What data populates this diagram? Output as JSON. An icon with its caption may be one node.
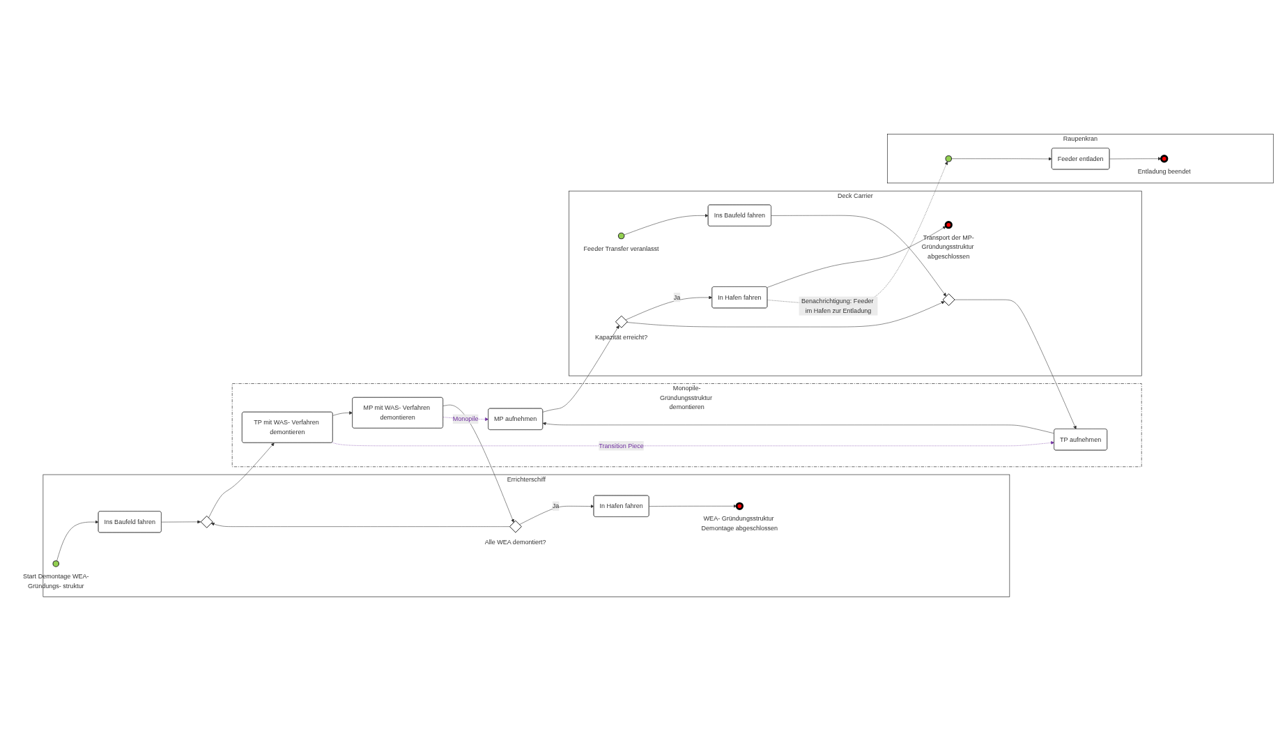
{
  "diagram": {
    "nodes": [
      {
        "text": [
          "Errichterschiff"
        ]
      },
      {
        "text": [],
        "shape": "circle",
        "in": 0,
        "beside": [
          "Start Demontage WEA-Gründungs- struktur"
        ]
      },
      {
        "text": [
          "Ins Baufeld fahren"
        ],
        "in": 0
      },
      {
        "text": [],
        "shape": "diamond",
        "in": 0
      },
      {
        "text": [
          "Monopile-Gründungsstruktur demontieren"
        ]
      },
      {
        "text": [
          "TP mit WAS- Verfahren demontieren"
        ],
        "in": 4
      },
      {
        "text": [
          "MP mit WAS- Verfahren demontieren"
        ],
        "in": 4
      },
      {
        "text": [],
        "shape": "diamond",
        "in": 0,
        "beside": [
          "Alle WEA demontiert?"
        ]
      },
      {
        "text": [
          "In Hafen fahren"
        ],
        "in": 0
      },
      {
        "text": [],
        "shape": "circle",
        "in": 0,
        "beside": [
          "WEA- Gründungsstruktur Demontage abgeschlossen"
        ]
      },
      {
        "text": [
          "Deck Carrier"
        ]
      },
      {
        "text": [],
        "shape": "circle",
        "in": 10,
        "beside": [
          "Feeder Transfer veranlasst"
        ]
      },
      {
        "text": [
          "Ins Baufeld fahren"
        ],
        "in": 10
      },
      {
        "text": [],
        "shape": "diamond",
        "in": 10
      },
      {
        "text": [
          "TP aufnehmen"
        ],
        "in": 4
      },
      {
        "text": [
          "MP aufnehmen"
        ],
        "in": 4
      },
      {
        "text": [],
        "shape": "diamond",
        "in": 10,
        "beside": [
          "Kapazität erreicht?"
        ]
      },
      {
        "text": [
          "In Hafen fahren"
        ],
        "in": 10
      },
      {
        "text": [],
        "shape": "circle",
        "in": 10,
        "beside": [
          "Transport der MP-Gründungsstruktur abgeschlossen"
        ]
      },
      {
        "text": [
          "Raupenkran"
        ]
      },
      {
        "text": [],
        "shape": "circle",
        "in": 19
      },
      {
        "text": [
          "Feeder entladen"
        ],
        "in": 19
      },
      {
        "text": [],
        "shape": "circle",
        "in": 19,
        "beside": [
          "Entladung beendet"
        ]
      }
    ],
    "edges": [
      {
        "from": 1,
        "to": 2,
        "arrow": "to"
      },
      {
        "from": 2,
        "to": 3,
        "arrow": "to"
      },
      {
        "from": 3,
        "to": 5,
        "arrow": "to"
      },
      {
        "from": 5,
        "to": 6,
        "arrow": "to"
      },
      {
        "from": 6,
        "to": 7,
        "arrow": "to"
      },
      {
        "from": 7,
        "to": 8,
        "arrow": "to",
        "label": "Ja"
      },
      {
        "from": 8,
        "to": 9,
        "arrow": "to"
      },
      {
        "from": 7,
        "to": 3,
        "arrow": "to"
      },
      {
        "from": 11,
        "to": 12,
        "arrow": "to"
      },
      {
        "from": 12,
        "to": 13,
        "arrow": "to"
      },
      {
        "from": 13,
        "to": 14,
        "arrow": "to"
      },
      {
        "from": 14,
        "to": 15,
        "arrow": "to"
      },
      {
        "from": 15,
        "to": 16,
        "arrow": "to"
      },
      {
        "from": 16,
        "to": 17,
        "arrow": "to",
        "label": "Ja"
      },
      {
        "from": 17,
        "to": 18,
        "arrow": "to"
      },
      {
        "from": 16,
        "to": 13,
        "arrow": "to"
      },
      {
        "from": 5,
        "to": 14,
        "arrow": "to",
        "label": "Transition Piece",
        "style": "dashed",
        "color": "#7030a0"
      },
      {
        "from": 6,
        "to": 15,
        "arrow": "to",
        "label": "Monopile",
        "style": "dashed",
        "color": "#7030a0"
      },
      {
        "from": 17,
        "to": 20,
        "arrow": "to",
        "label": "Benachrichtigung: Feeder im Hafen zur Entladung",
        "style": "dashed"
      },
      {
        "from": 20,
        "to": 21,
        "arrow": "to"
      },
      {
        "from": 21,
        "to": 22,
        "arrow": "to"
      }
    ]
  }
}
